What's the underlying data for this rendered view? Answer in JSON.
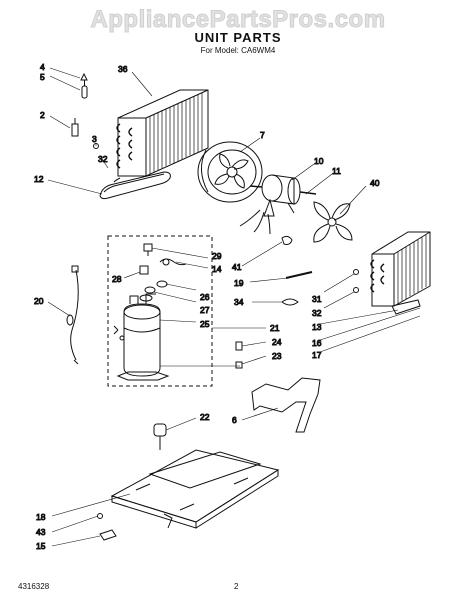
{
  "watermark": "AppliancePartsPros.com",
  "title": "UNIT PARTS",
  "subtitle": "For Model: CA6WM4",
  "footer_code": "4316328",
  "page_number": "2",
  "callouts": {
    "c4": "4",
    "c5": "5",
    "c2": "2",
    "c3": "3",
    "c32a": "32",
    "c36": "36",
    "c12": "12",
    "c7": "7",
    "c10": "10",
    "c11": "11",
    "c40": "40",
    "c41": "41",
    "c29": "29",
    "c14": "14",
    "c28": "28",
    "c26": "26",
    "c27": "27",
    "c25": "25",
    "c19": "19",
    "c34": "34",
    "c31": "31",
    "c32b": "32",
    "c13": "13",
    "c16": "16",
    "c17": "17",
    "c20": "20",
    "c21": "21",
    "c24": "24",
    "c23": "23",
    "c22": "22",
    "c6": "6",
    "c18": "18",
    "c43": "43",
    "c15": "15"
  }
}
